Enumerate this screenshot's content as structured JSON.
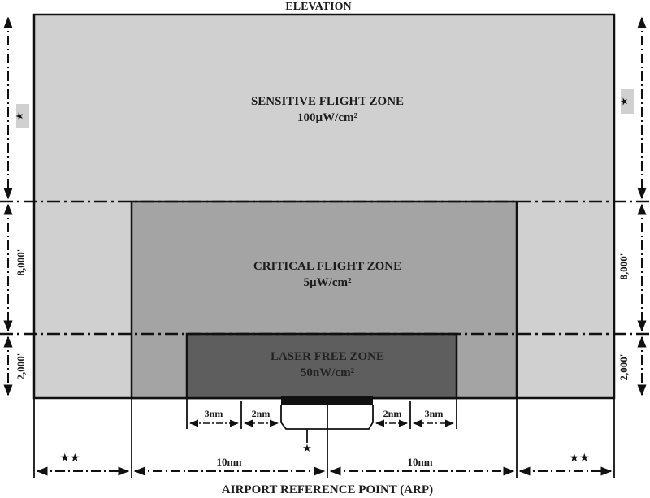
{
  "title": "ELEVATION",
  "bottom_label": "AIRPORT REFERENCE POINT (ARP)",
  "zones": {
    "sensitive": {
      "name": "SENSITIVE FLIGHT ZONE",
      "limit": "100µW/cm²",
      "color": "#d0d0d0"
    },
    "critical": {
      "name": "CRITICAL FLIGHT ZONE",
      "limit": "5µW/cm²",
      "color": "#a4a4a4"
    },
    "laser_free": {
      "name": "LASER FREE ZONE",
      "limit": "50nW/cm²",
      "color": "#5e5e5e"
    }
  },
  "heights": {
    "upper": "★",
    "middle": "8,000'",
    "lower": "2,000'"
  },
  "distances": {
    "outer": "★★",
    "critical_half": "10nm",
    "lfz_inner": "2nm",
    "lfz_outer": "3nm",
    "arp_marker": "★"
  }
}
